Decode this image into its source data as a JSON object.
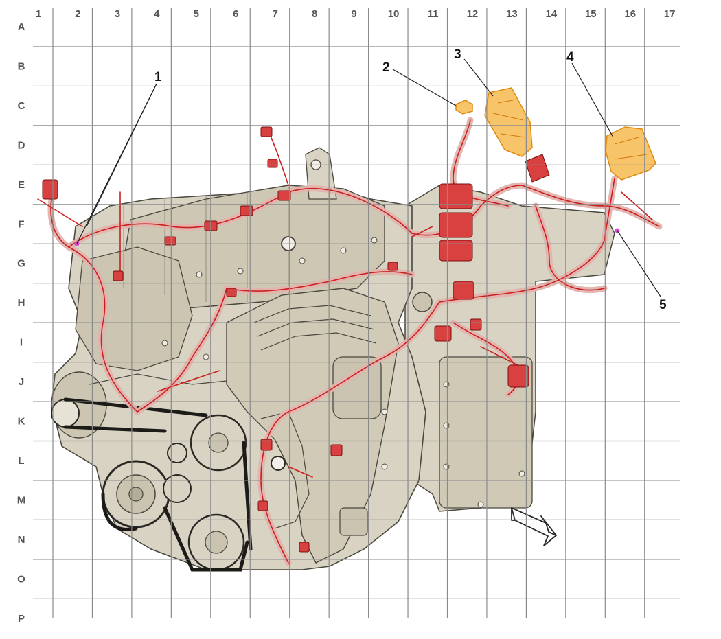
{
  "grid": {
    "columns": [
      "1",
      "2",
      "3",
      "4",
      "5",
      "6",
      "7",
      "8",
      "9",
      "10",
      "11",
      "12",
      "13",
      "14",
      "15",
      "16",
      "17"
    ],
    "rows": [
      "A",
      "B",
      "C",
      "D",
      "E",
      "F",
      "G",
      "H",
      "I",
      "J",
      "K",
      "L",
      "M",
      "N",
      "O",
      "P"
    ],
    "line_color": "#8a8a8a",
    "label_color": "#555555"
  },
  "callouts": [
    {
      "label": "1"
    },
    {
      "label": "2"
    },
    {
      "label": "3"
    },
    {
      "label": "4"
    },
    {
      "label": "5"
    }
  ],
  "colors": {
    "engine_fill": "#d8d3c2",
    "engine_line": "#4a473f",
    "harness": "#cc1e1e",
    "harness_fill": "#e3b3ad",
    "highlight": "#f5a623",
    "highlight_fill": "#f8c46a",
    "marker": "#e040e0"
  },
  "icons": {
    "direction": "forward-arrow-icon"
  }
}
